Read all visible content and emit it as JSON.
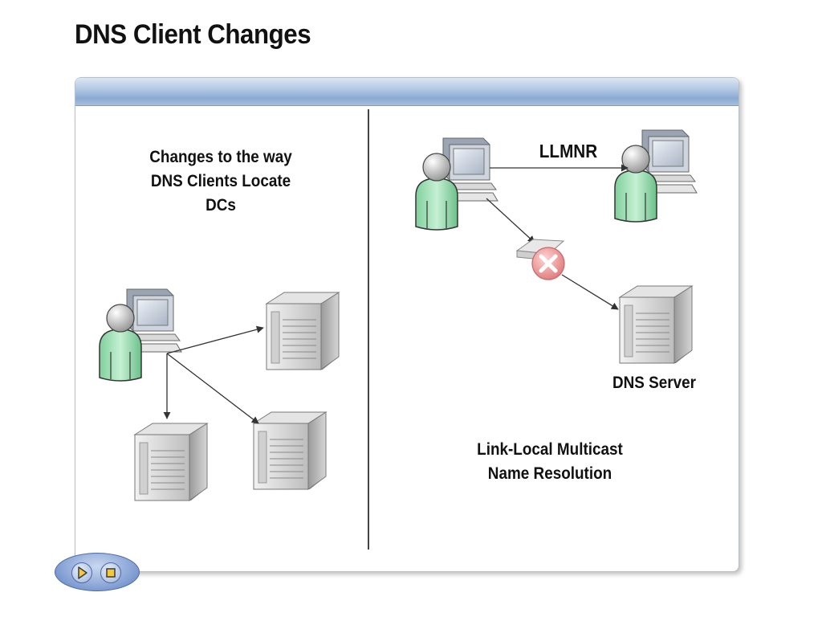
{
  "slide": {
    "title": "DNS Client Changes"
  },
  "left": {
    "heading": [
      "Changes to the way",
      "DNS Clients Locate",
      "DCs"
    ]
  },
  "right": {
    "llmnr_label": "LLMNR",
    "dns_server_label": "DNS Server",
    "caption": [
      "Link-Local Multicast",
      "Name Resolution"
    ]
  },
  "nav": {
    "play_icon": "play-icon",
    "stop_icon": "stop-icon"
  },
  "colors": {
    "header_blue": "#8aa9d2",
    "person_green": "#9be0b4",
    "blocked_red": "#e88f8f"
  }
}
